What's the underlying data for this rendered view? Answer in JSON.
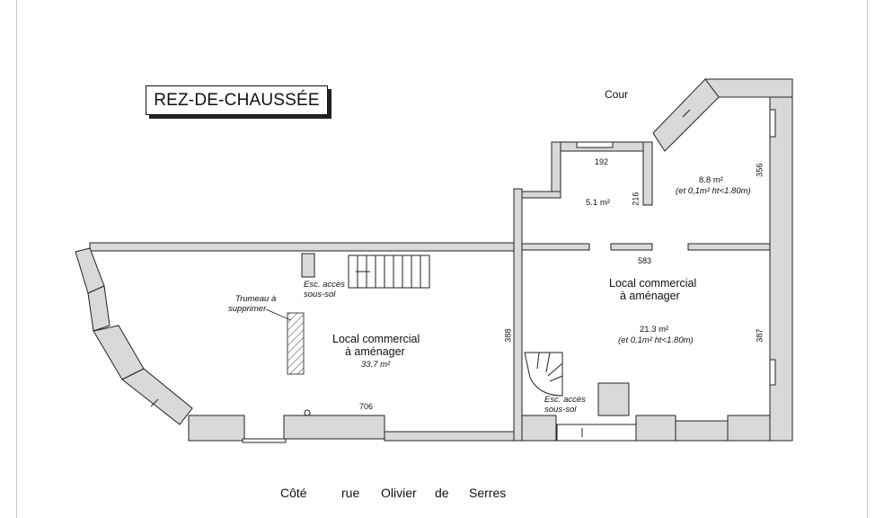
{
  "title": "REZ-DE-CHAUSSÉE",
  "labels": {
    "cour": "Cour",
    "room_a_area": "8.8 m²",
    "room_a_note": "(et 0,1m² ht<1.80m)",
    "room_b_area": "5.1 m²",
    "dim_192": "192",
    "dim_216": "216",
    "dim_356": "356",
    "dim_583": "583",
    "dim_388": "388",
    "dim_387": "387",
    "dim_706": "706",
    "right_local_1": "Local commercial",
    "right_local_2": "à aménager",
    "right_area": "21.3 m²",
    "right_note": "(et 0,1m² ht<1.80m)",
    "left_local_1": "Local commercial",
    "left_local_2": "à aménager",
    "left_area": "33.7 m²",
    "stair_left_1": "Esc. accès",
    "stair_left_2": "sous-sol",
    "stair_right_1": "Esc. accès",
    "stair_right_2": "sous-sol",
    "trumeau_1": "Trumeau à",
    "trumeau_2": "supprimer"
  },
  "street": {
    "w1": "Côté",
    "w2": "rue",
    "w3": "Olivier",
    "w4": "de",
    "w5": "Serres"
  },
  "colors": {
    "wall_fill": "#d9d9d9",
    "wall_stroke": "#222222"
  }
}
